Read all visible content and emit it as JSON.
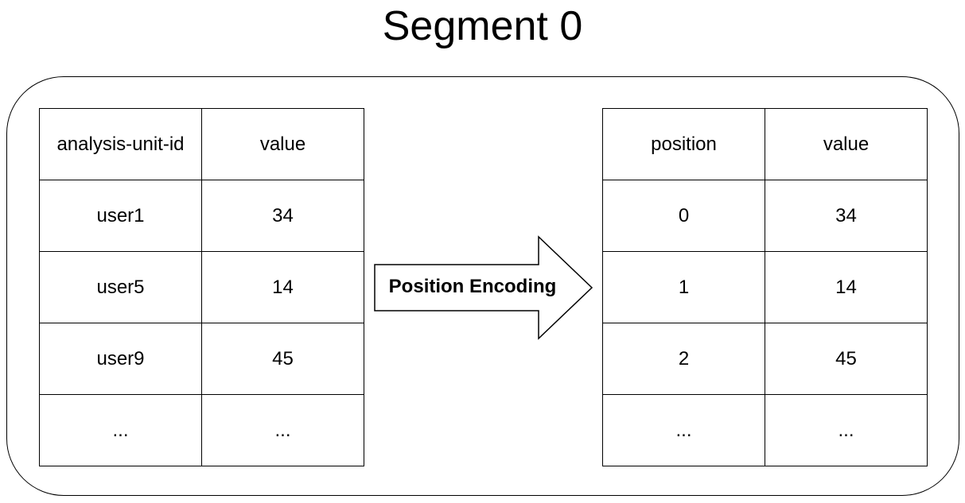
{
  "title": "Segment 0",
  "left_table": {
    "headers": [
      "analysis-unit-id",
      "value"
    ],
    "rows": [
      [
        "user1",
        "34"
      ],
      [
        "user5",
        "14"
      ],
      [
        "user9",
        "45"
      ],
      [
        "...",
        "..."
      ]
    ]
  },
  "arrow": {
    "label": "Position Encoding"
  },
  "right_table": {
    "headers": [
      "position",
      "value"
    ],
    "rows": [
      [
        "0",
        "34"
      ],
      [
        "1",
        "14"
      ],
      [
        "2",
        "45"
      ],
      [
        "...",
        "..."
      ]
    ]
  }
}
